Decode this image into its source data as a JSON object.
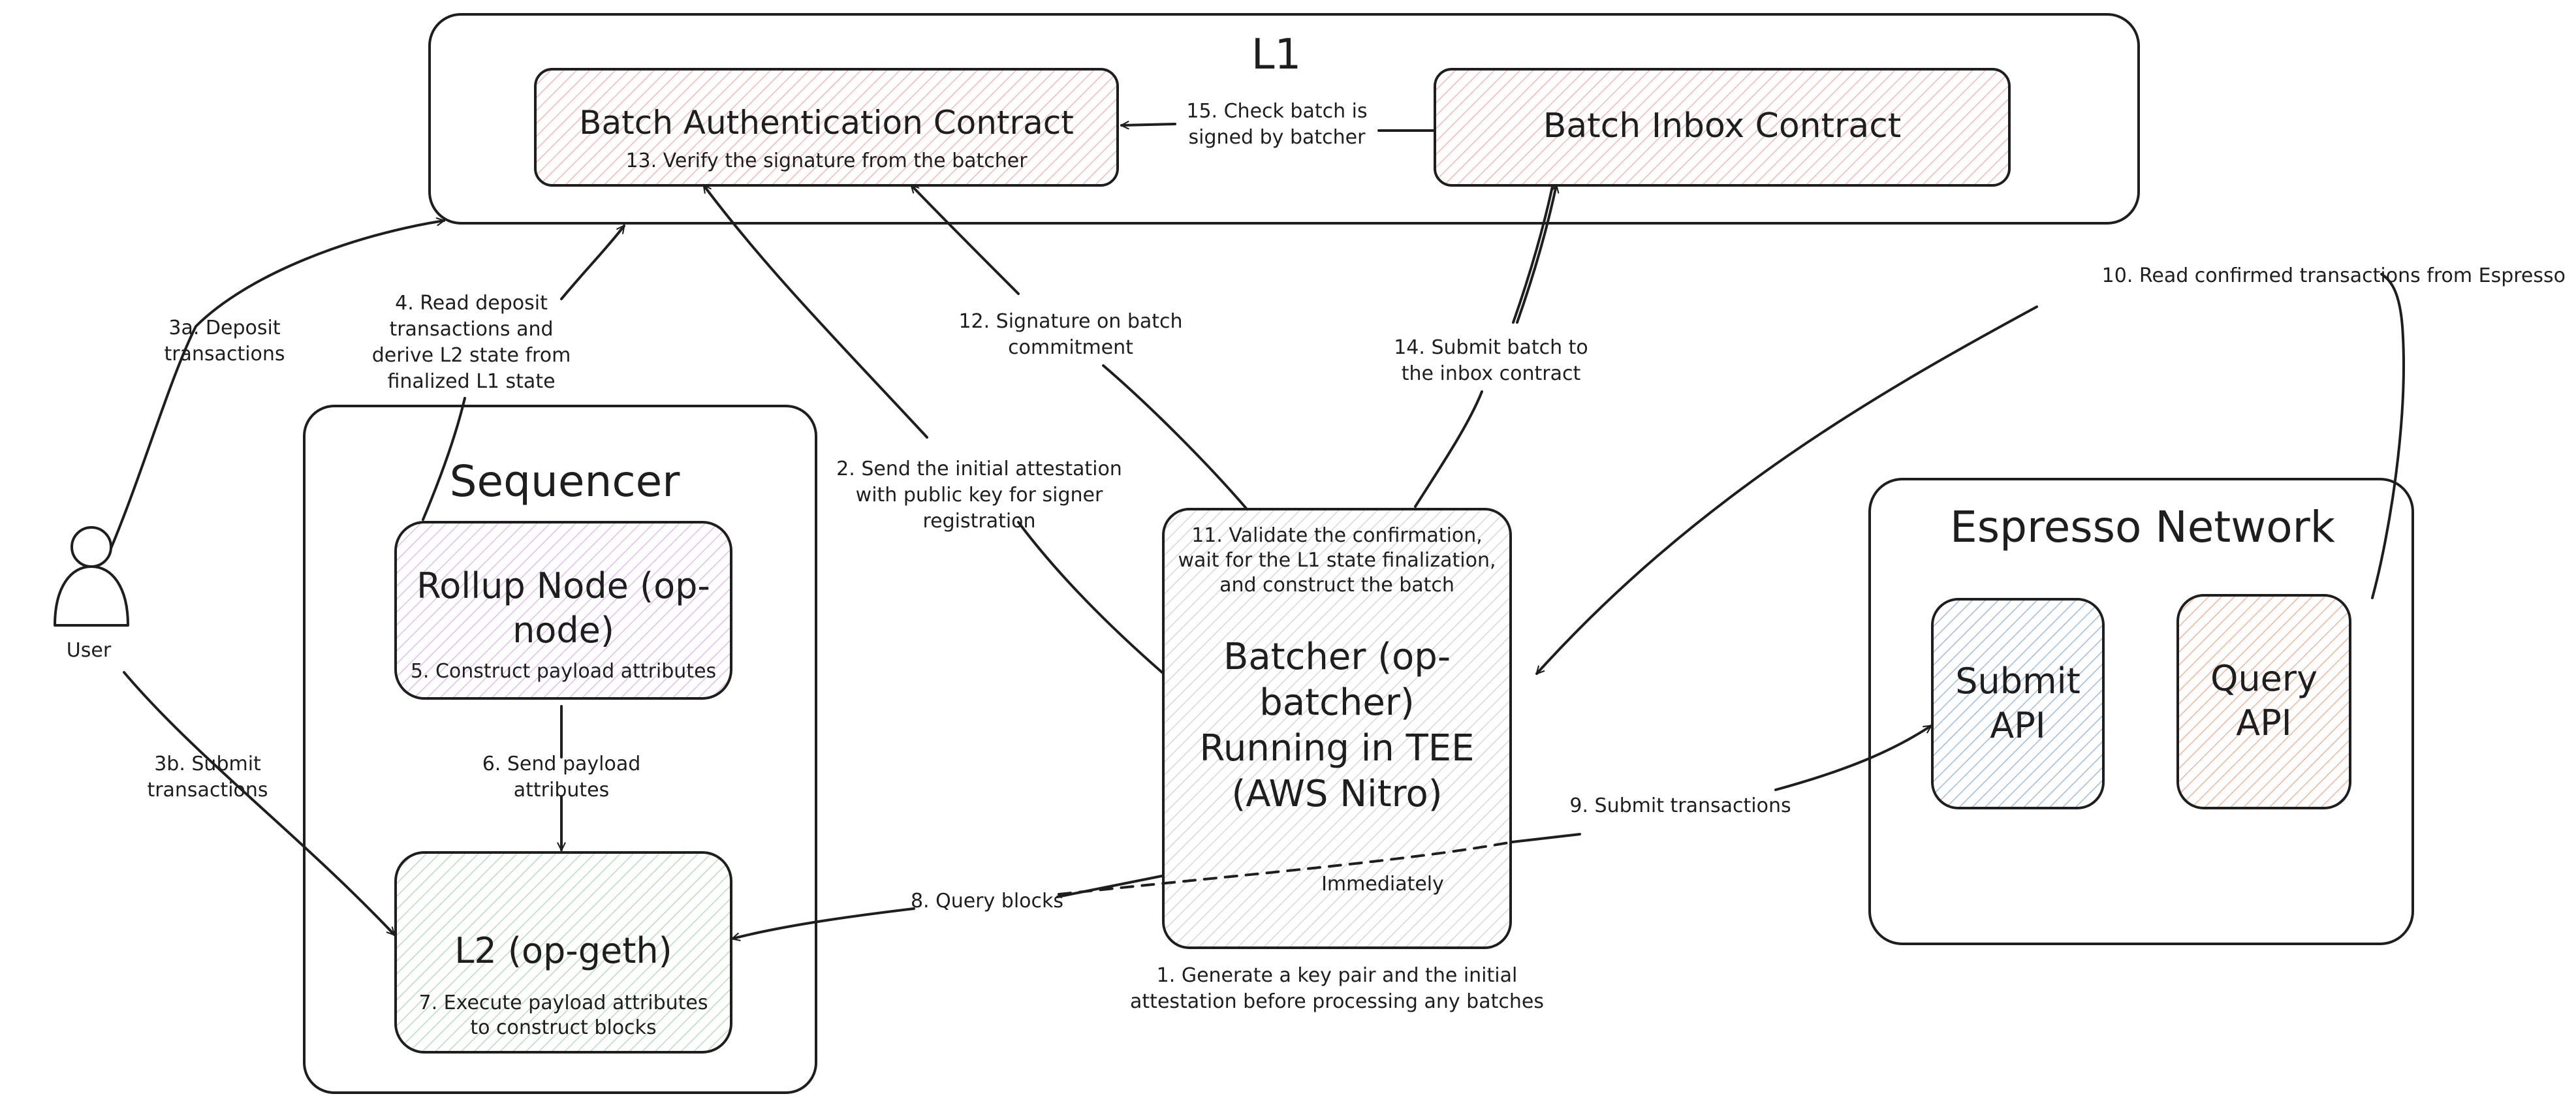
{
  "regions": {
    "l1": {
      "title": "L1"
    },
    "sequencer": {
      "title": "Sequencer"
    },
    "espresso": {
      "title": "Espresso Network"
    }
  },
  "nodes": {
    "batch_auth": {
      "title": "Batch Authentication Contract",
      "note": "13. Verify the signature from the batcher",
      "color": "#e03131"
    },
    "batch_inbox": {
      "title": "Batch Inbox Contract",
      "color": "#e03131"
    },
    "rollup_node": {
      "title_line1": "Rollup Node (op-",
      "title_line2": "node)",
      "note": "5. Construct payload attributes",
      "color": "#ae3ec9"
    },
    "l2": {
      "title": "L2 (op-geth)",
      "note_line1": "7. Execute payload attributes",
      "note_line2": "to construct blocks",
      "color": "#2f9e44"
    },
    "batcher": {
      "note_line1": "11. Validate the confirmation,",
      "note_line2": "wait for the L1 state finalization,",
      "note_line3": "and construct the batch",
      "title_line1": "Batcher (op-",
      "title_line2": "batcher)",
      "title_line3": "Running in TEE",
      "title_line4": "(AWS Nitro)",
      "color": "#868e96"
    },
    "submit_api": {
      "line1": "Submit",
      "line2": "API",
      "color": "#1971c2"
    },
    "query_api": {
      "line1": "Query",
      "line2": "API",
      "color": "#e8590c"
    },
    "user": {
      "label": "User"
    }
  },
  "edges": {
    "e1": {
      "line1": "1. Generate a key pair and the initial",
      "line2": "attestation before processing any batches"
    },
    "e2": {
      "line1": "2. Send the initial attestation",
      "line2": "with public key for signer",
      "line3": "registration"
    },
    "e3a": {
      "line1": "3a. Deposit",
      "line2": "transactions"
    },
    "e3b": {
      "line1": "3b. Submit",
      "line2": "transactions"
    },
    "e4": {
      "line1": "4. Read deposit",
      "line2": "transactions and",
      "line3": "derive L2 state from",
      "line4": "finalized L1 state"
    },
    "e6": {
      "line1": "6. Send payload",
      "line2": "attributes"
    },
    "e8": {
      "line1": "8. Query blocks"
    },
    "e9": {
      "line1": "9. Submit transactions"
    },
    "e9b": {
      "line1": "Immediately"
    },
    "e10": {
      "line1": "10. Read confirmed transactions from Espresso"
    },
    "e12": {
      "line1": "12. Signature on batch",
      "line2": "commitment"
    },
    "e14": {
      "line1": "14. Submit batch to",
      "line2": "the inbox contract"
    },
    "e15": {
      "line1": "15. Check batch is",
      "line2": "signed by batcher"
    }
  },
  "style": {
    "stroke": "#1e1e1e",
    "background": "#ffffff"
  }
}
